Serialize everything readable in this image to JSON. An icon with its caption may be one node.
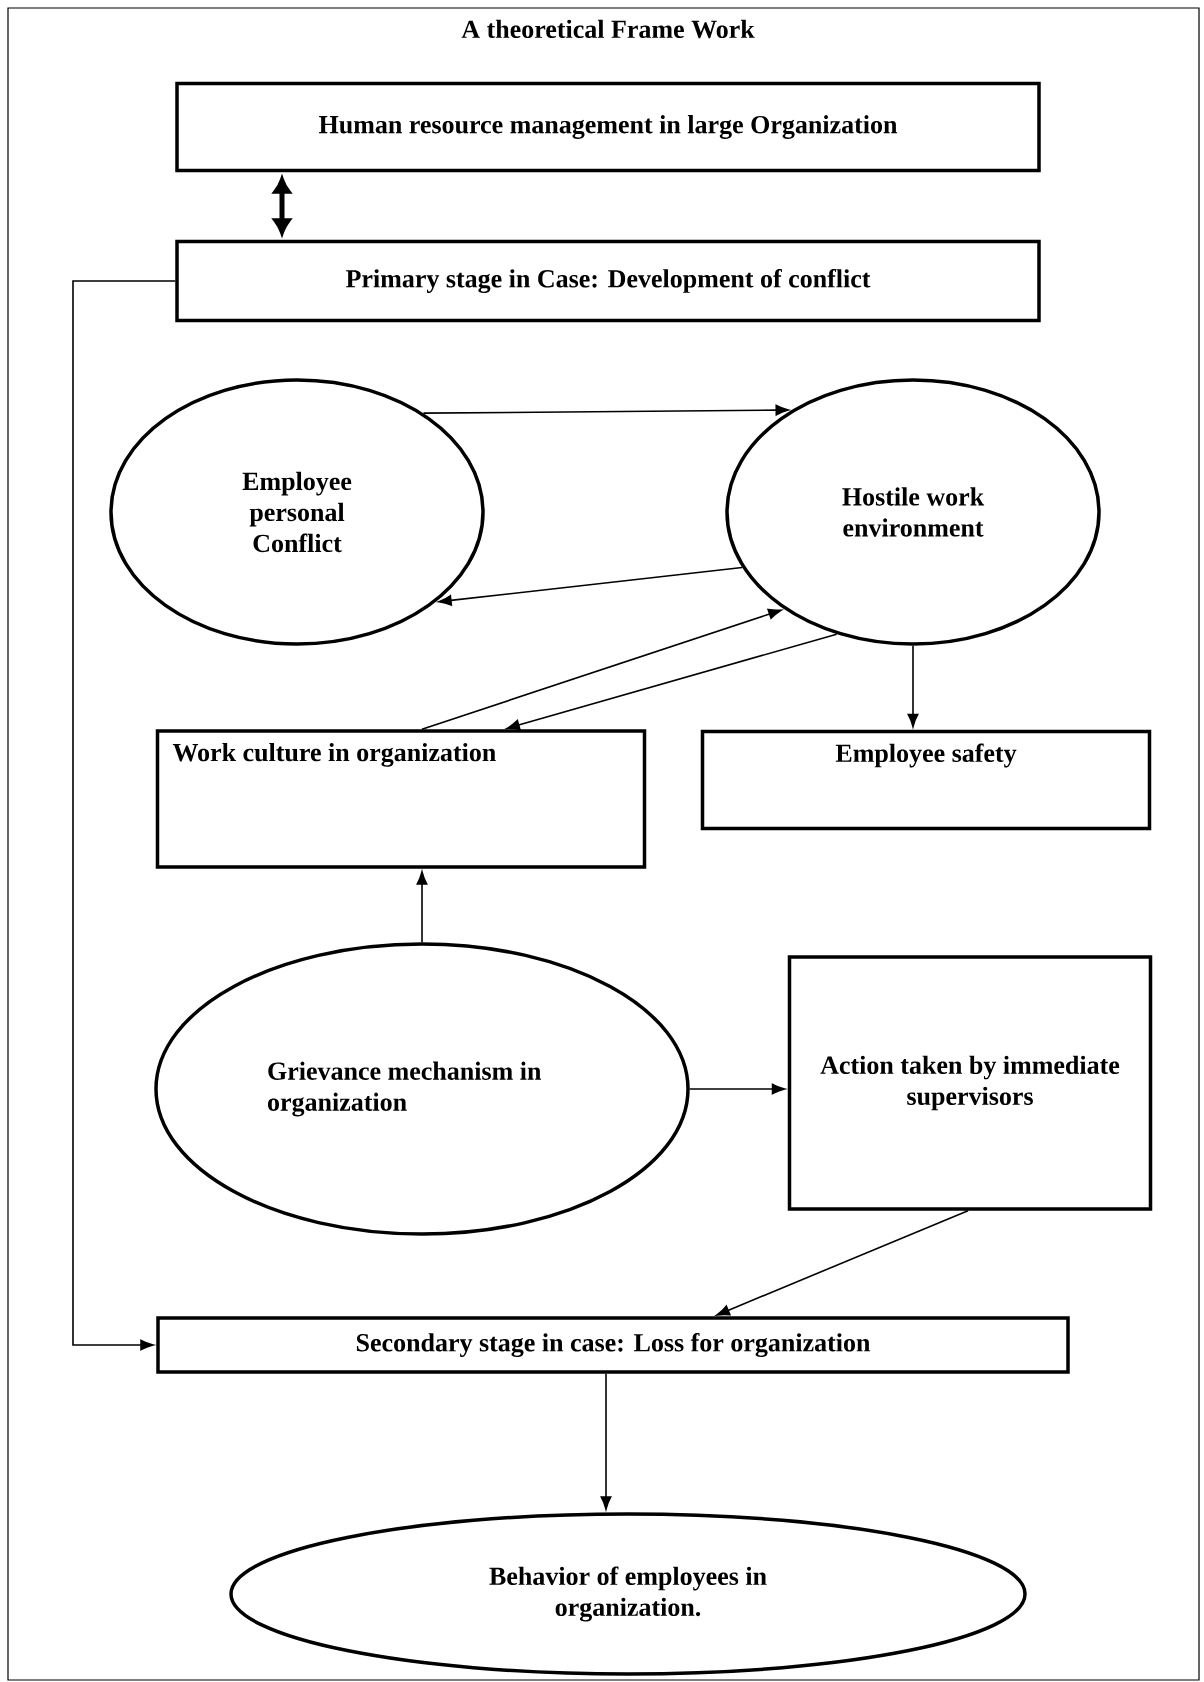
{
  "diagram": {
    "title": "A theoretical Frame Work",
    "nodes": [
      {
        "text": [
          "Human resource management in large Organization"
        ]
      },
      {
        "text": [
          "Primary stage in Case: Development of conflict"
        ]
      },
      {
        "text": [
          "Employee personal Conflict"
        ]
      },
      {
        "text": [
          "Hostile work environment"
        ]
      },
      {
        "text": [
          "Work culture in organization"
        ]
      },
      {
        "text": [
          "Employee safety"
        ]
      },
      {
        "text": [
          "Grievance mechanism in organization"
        ]
      },
      {
        "text": [
          "Action taken by immediate supervisors"
        ]
      },
      {
        "text": [
          "Secondary stage in case: Loss for organization"
        ]
      },
      {
        "text": [
          "Behavior of employees in organization."
        ]
      }
    ],
    "edges": [
      {
        "from": 0,
        "to": 1,
        "arrow": "both",
        "style": "thick"
      },
      {
        "from": 1,
        "to": 8,
        "arrow": "to"
      },
      {
        "from": 2,
        "to": 3,
        "arrow": "to"
      },
      {
        "from": 3,
        "to": 2,
        "arrow": "to"
      },
      {
        "from": 4,
        "to": 3,
        "arrow": "to"
      },
      {
        "from": 3,
        "to": 4,
        "arrow": "to"
      },
      {
        "from": 3,
        "to": 5,
        "arrow": "to"
      },
      {
        "from": 6,
        "to": 4,
        "arrow": "to"
      },
      {
        "from": 6,
        "to": 7,
        "arrow": "to"
      },
      {
        "from": 7,
        "to": 8,
        "arrow": "to"
      },
      {
        "from": 8,
        "to": 9,
        "arrow": "to"
      }
    ]
  }
}
